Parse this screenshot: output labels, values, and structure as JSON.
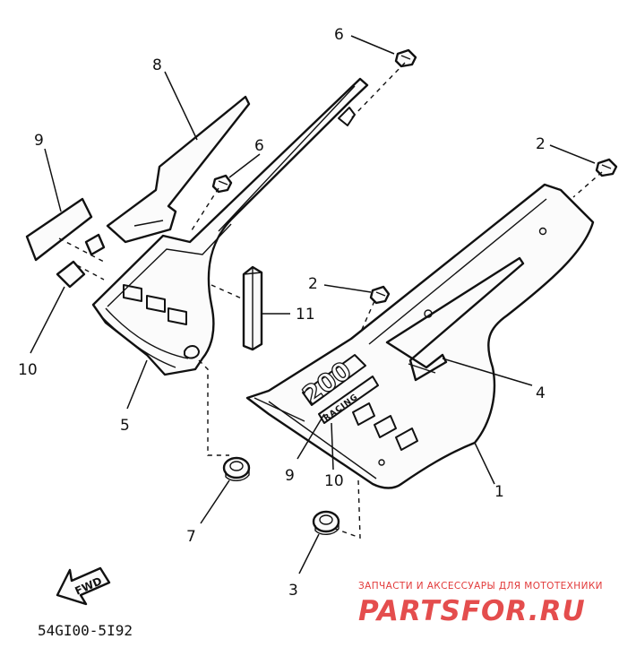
{
  "callouts": {
    "c1": "1",
    "c2a": "2",
    "c2b": "2",
    "c3": "3",
    "c4": "4",
    "c5": "5",
    "c6a": "6",
    "c6b": "6",
    "c7": "7",
    "c8": "8",
    "c9a": "9",
    "c9b": "9",
    "c10a": "10",
    "c10b": "10",
    "c11": "11"
  },
  "emblem": {
    "number": "200",
    "word": "RACING"
  },
  "fwd_label": "FWD",
  "part_code": "54GI00-5I92",
  "watermark": {
    "tagline": "ЗАПЧАСТИ И АКСЕССУАРЫ ДЛЯ МОТОТЕХНИКИ",
    "brand": "PARTSFOR.RU"
  }
}
